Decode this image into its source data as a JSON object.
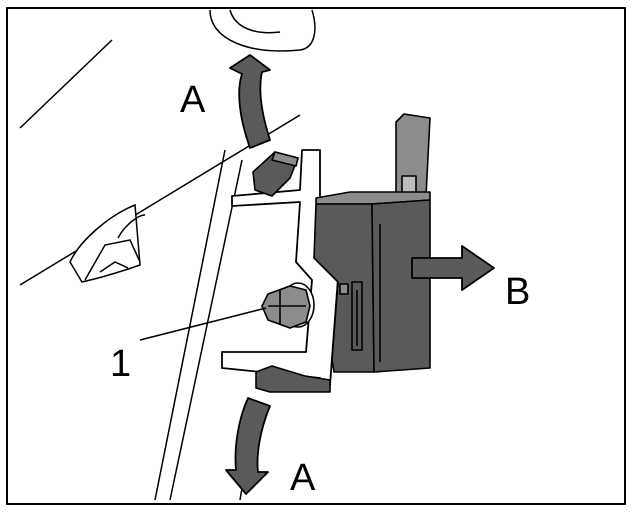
{
  "labels": {
    "arrow_a_top": "A",
    "arrow_a_bottom": "A",
    "arrow_b": "B",
    "callout_1": "1"
  },
  "colors": {
    "line": "#000000",
    "part_dark": "#5a5a5a",
    "part_mid": "#8c8c8c",
    "part_light": "#bdbdbd",
    "background": "#ffffff"
  }
}
